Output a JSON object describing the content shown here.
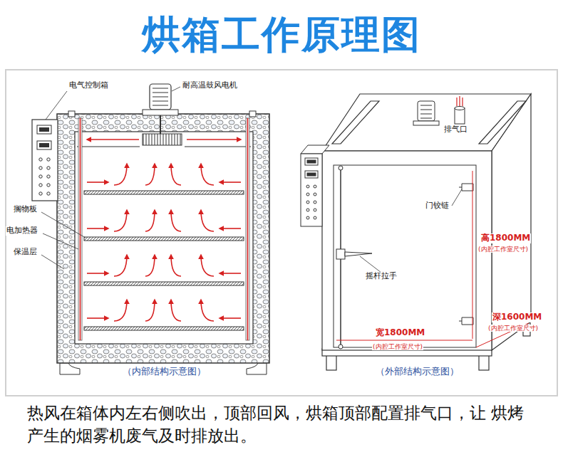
{
  "diagram": {
    "title": "烘箱工作原理图",
    "caption": "热风在箱体内左右侧吹出，顶部回风，烘箱顶部配置排气口，让 烘烤产生的烟雾机废气及时排放出。",
    "labels": [
      "电气控制箱",
      "耐高温鼓风电机",
      "搁物板",
      "电加热器",
      "保温层",
      "（内部结构示意图）",
      "排气口",
      "门铰链",
      "高1800MM",
      "(内腔工作室尺寸)",
      "摇杆拉手",
      "宽1800MM",
      "(内腔工作室尺寸)",
      "深1600MM",
      "(内腔工作室尺寸)",
      "（外部结构示意图）"
    ]
  }
}
